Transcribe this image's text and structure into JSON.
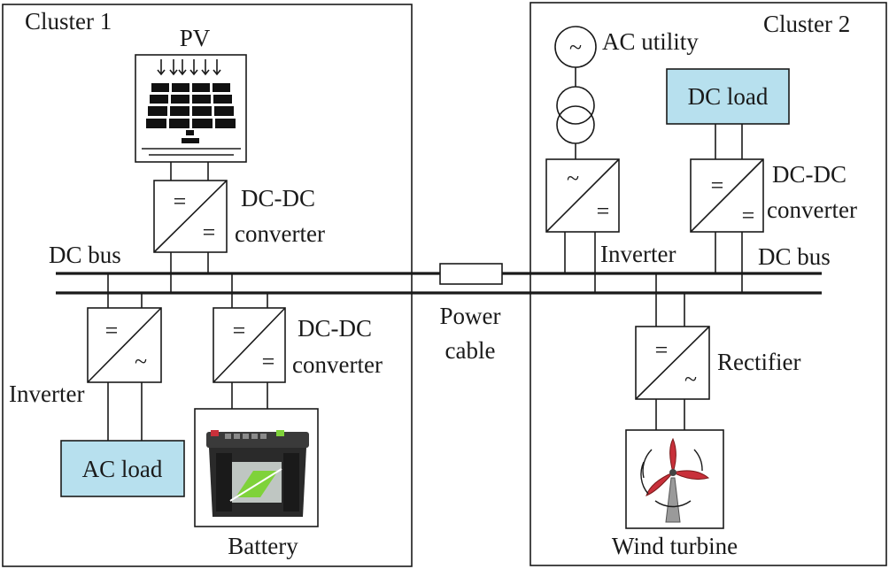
{
  "clusters": {
    "cluster1": "Cluster 1",
    "cluster2": "Cluster 2"
  },
  "components": {
    "pv": "PV",
    "dcdc_pv_line1": "DC-DC",
    "dcdc_pv_line2": "converter",
    "dc_bus_left": "DC bus",
    "inverter_left": "Inverter",
    "dcdc_batt_line1": "DC-DC",
    "dcdc_batt_line2": "converter",
    "ac_load": "AC load",
    "battery": "Battery",
    "power_cable_line1": "Power",
    "power_cable_line2": "cable",
    "ac_utility": "AC utility",
    "dc_load": "DC load",
    "dcdc_right_line1": "DC-DC",
    "dcdc_right_line2": "converter",
    "inverter_right": "Inverter",
    "dc_bus_right": "DC bus",
    "rectifier": "Rectifier",
    "wind_turbine": "Wind turbine"
  },
  "symbols": {
    "dc": "=",
    "ac": "~",
    "source": "~"
  },
  "colors": {
    "load_fill": "#b7e0ee",
    "line": "#1a1a1a",
    "battery_body": "#2a2a2a",
    "battery_accent": "#7fd23a",
    "battery_terminal_pos": "#c8303a",
    "turbine_blade": "#c8303a"
  }
}
